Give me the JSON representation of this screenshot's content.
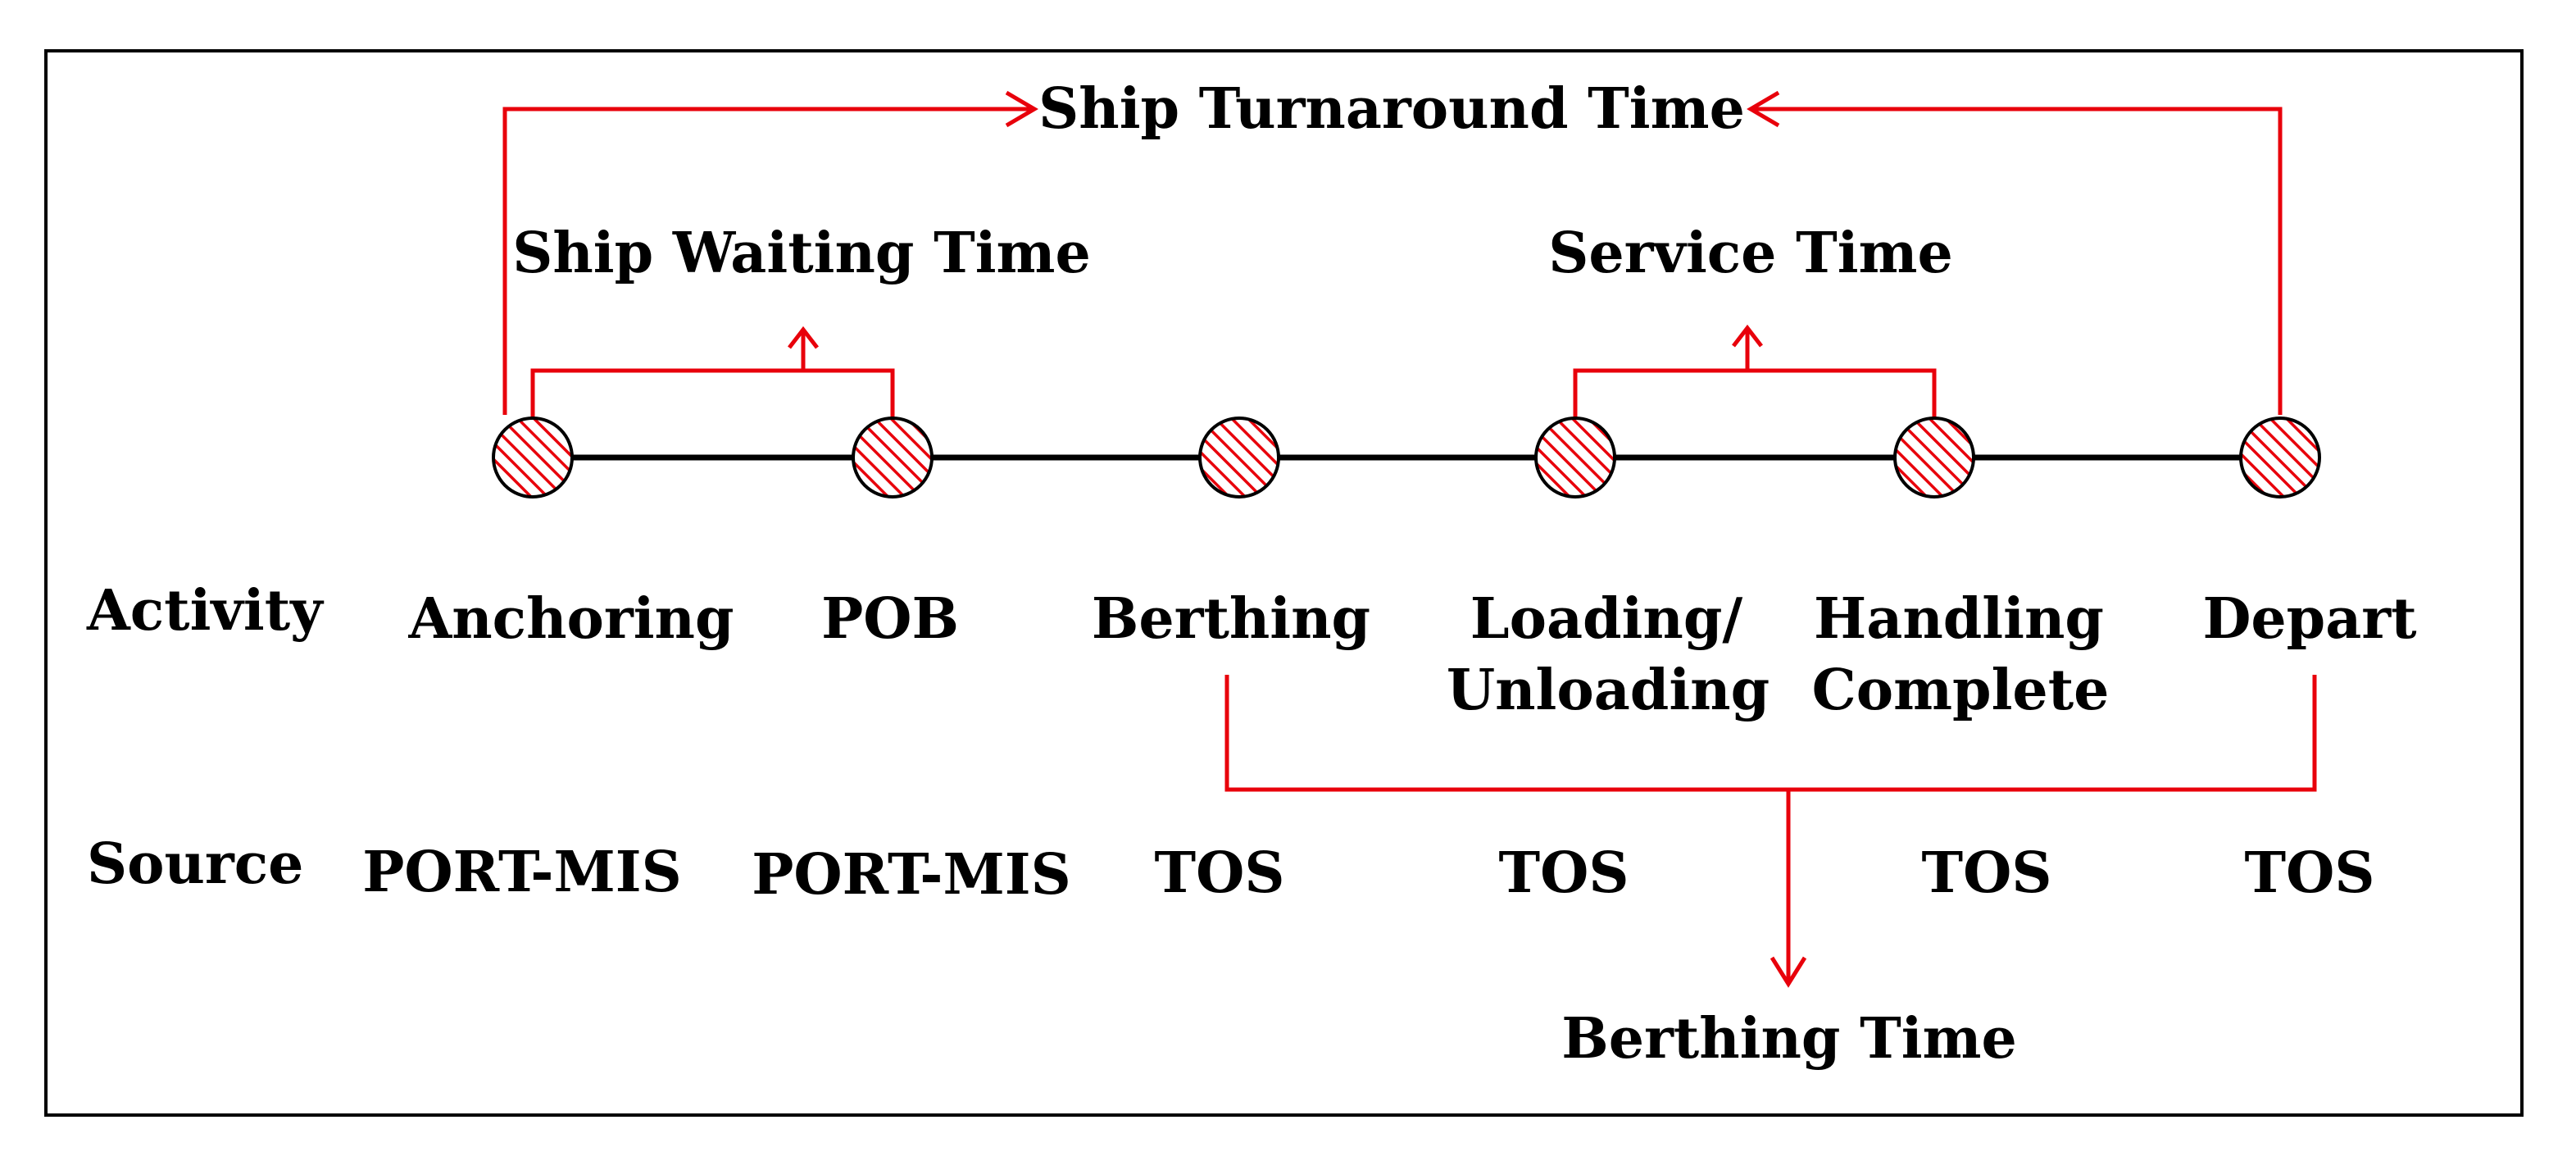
{
  "colors": {
    "timeline": "#000000",
    "bracket": "#e8000b",
    "node_hatch": "#e8000b",
    "frame": "#000000",
    "text": "#000000"
  },
  "nodes": [
    {
      "activity": [
        "Anchoring"
      ],
      "source": "PORT-MIS"
    },
    {
      "activity": [
        "POB"
      ],
      "source": "PORT-MIS"
    },
    {
      "activity": [
        "Berthing"
      ],
      "source": "TOS"
    },
    {
      "activity": [
        "Loading/",
        "Unloading"
      ],
      "source": "TOS"
    },
    {
      "activity": [
        "Handling",
        "Complete"
      ],
      "source": "TOS"
    },
    {
      "activity": [
        "Depart"
      ],
      "source": "TOS"
    }
  ],
  "row_labels": {
    "activity": "Activity",
    "source": "Source"
  },
  "spans": {
    "turnaround": {
      "label": "Ship Turnaround Time",
      "from": "Anchoring",
      "to": "Depart"
    },
    "waiting": {
      "label": "Ship Waiting Time",
      "from": "Anchoring",
      "to": "POB"
    },
    "service": {
      "label": "Service Time",
      "from": "Loading/Unloading",
      "to": "Handling Complete"
    },
    "berthing": {
      "label": "Berthing Time",
      "from": "Berthing",
      "to": "Depart"
    }
  }
}
